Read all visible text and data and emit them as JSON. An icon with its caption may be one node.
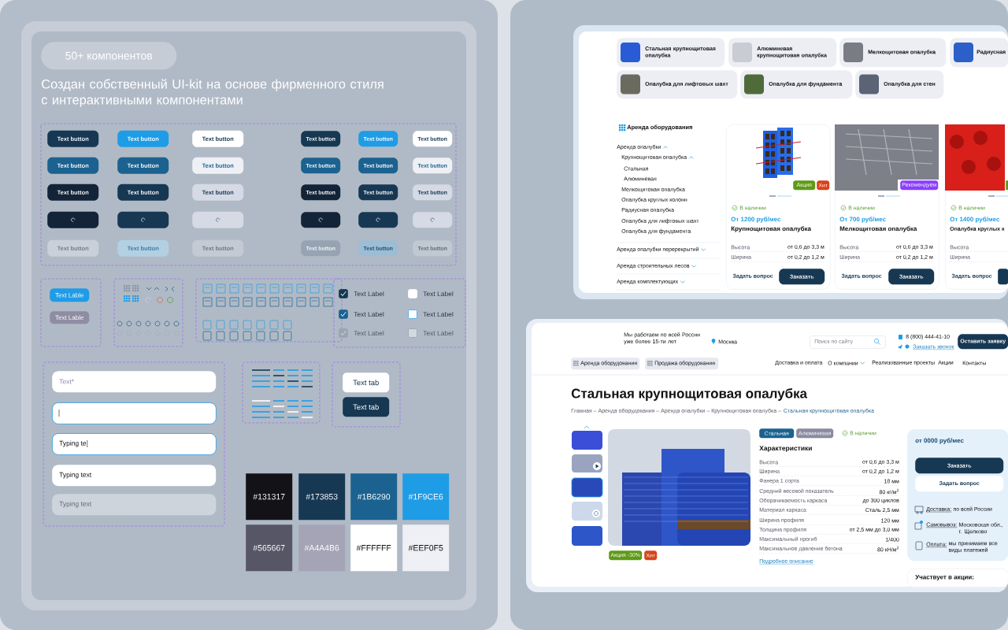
{
  "diagram": {
    "title": "Создан собственный UI-kit на основе фирменного стиля с интерактивными компонентами",
    "nodes": [
      {
        "text": [
          "50+ компонентов"
        ]
      },
      {
        "text": [
          "Text button"
        ]
      },
      {
        "text": [
          "Text button"
        ]
      },
      {
        "text": [
          "Text button"
        ]
      },
      {
        "text": [
          "Text button"
        ]
      },
      {
        "text": [
          "Text button"
        ]
      },
      {
        "text": [
          "Text button"
        ]
      },
      {
        "text": [
          "Text button"
        ]
      },
      {
        "text": [
          "Text button"
        ]
      },
      {
        "text": [
          "Text button"
        ]
      },
      {
        "text": [
          "Text button"
        ]
      },
      {
        "text": [
          "Text button"
        ]
      },
      {
        "text": [
          "Text button"
        ]
      },
      {
        "text": [
          "Text button"
        ]
      },
      {
        "text": [
          "Text button"
        ]
      },
      {
        "text": [
          "Text button"
        ]
      },
      {
        "text": [
          "Text button"
        ]
      },
      {
        "text": [
          "Text button"
        ]
      },
      {
        "text": [
          "Text button"
        ]
      },
      {
        "text": [],
        "shape": "box"
      },
      {
        "text": [],
        "shape": "box"
      },
      {
        "text": [],
        "shape": "box"
      },
      {
        "text": [],
        "shape": "box"
      },
      {
        "text": [],
        "shape": "box"
      },
      {
        "text": [],
        "shape": "box"
      },
      {
        "text": [
          "Text button"
        ]
      },
      {
        "text": [
          "Text button"
        ]
      },
      {
        "text": [
          "Text button"
        ]
      },
      {
        "text": [
          "Text button"
        ]
      },
      {
        "text": [
          "Text button"
        ]
      },
      {
        "text": [
          "Text button"
        ]
      },
      {
        "text": [
          "Text Lable"
        ]
      },
      {
        "text": [
          "Text Lable"
        ]
      },
      {
        "text": [
          "Text*"
        ]
      },
      {
        "text": [],
        "shape": "box"
      },
      {
        "text": [
          "Typing te"
        ]
      },
      {
        "text": [
          "Typing text"
        ]
      },
      {
        "text": [
          "Typing text"
        ]
      },
      {
        "text": [
          "Text tab"
        ]
      },
      {
        "text": [
          "Text tab"
        ]
      },
      {
        "text": [
          "Стальная крупнощитовая опалубка"
        ]
      },
      {
        "text": [
          "Алюминевая крупнощитовая опалубка"
        ]
      },
      {
        "text": [
          "Мелкощитовая опалубка"
        ]
      },
      {
        "text": [
          "Радиусная"
        ]
      },
      {
        "text": [
          "Опалубка для лифтовых шахт"
        ]
      },
      {
        "text": [
          "Опалубка для фундамента"
        ]
      },
      {
        "text": [
          "Опалубка для стен"
        ]
      },
      {
        "text": [
          "В наличии",
          "От 1200 руб/мес",
          "Крупнощитовая опалубка",
          "Высота",
          "от 0,6 до 3,3 м",
          "Ширина",
          "от 0,2 до 1,2 м",
          "Задать вопрос"
        ]
      },
      {
        "text": [
          "Акция"
        ],
        "in": 47
      },
      {
        "text": [
          "Хит"
        ],
        "in": 47
      },
      {
        "text": [
          "Заказать"
        ],
        "in": 47
      },
      {
        "text": [
          "В наличии",
          "От 700 руб/мес",
          "Мелкощитовая опалубка",
          "Высота",
          "от 0,6 до 3,3 м",
          "Ширина",
          "от 0,2 до 1,2 м",
          "Задать вопрос"
        ]
      },
      {
        "text": [
          "Рекомендуем"
        ],
        "in": 51
      },
      {
        "text": [
          "Заказать"
        ],
        "in": 51
      },
      {
        "text": [
          "В наличии",
          "От 1400 руб/мес",
          "Опалубка круглых к",
          "Высота",
          "Ширина",
          "Задать вопрос"
        ]
      },
      {
        "text": [],
        "shape": "box",
        "in": 54
      },
      {
        "text": [],
        "shape": "box",
        "in": 54
      },
      {
        "text": [
          "Поиск по сайту"
        ]
      },
      {
        "text": [
          "Оставить заявку"
        ]
      },
      {
        "text": [
          "Аренда оборудования"
        ]
      },
      {
        "text": [
          "Продажа оборудования"
        ]
      },
      {
        "text": [
          "Акция -30%"
        ]
      },
      {
        "text": [
          "Хит"
        ]
      },
      {
        "text": [
          "Стальная"
        ]
      },
      {
        "text": [
          "Алюминевая"
        ]
      },
      {
        "text": [
          "от 0000 руб/мес",
          "Доставка:",
          "по всей России",
          "Самовывоз:",
          "Московская обл., г. Щелково",
          "Оплата:",
          "мы принимаем все виды платежей"
        ]
      },
      {
        "text": [
          "Заказать"
        ],
        "in": 65
      },
      {
        "text": [
          "Задать вопрос"
        ],
        "in": 65
      },
      {
        "text": [
          "Участвует в акции:"
        ]
      }
    ],
    "labels": [
      "Text Label",
      "Text Label",
      "Text Label",
      "Text Label",
      "Text Label",
      "Text Label",
      "Аренда оборудования",
      "Аренда опалубки",
      "Крупнощитовая опалубка",
      "Стальная",
      "Алюминевая",
      "Мелкощитовая опалубка",
      "Опалубка круглых колонн",
      "Радиусная опалубка",
      "Опалубка для лифтовых шахт",
      "Опалубка для фундамента",
      "Аренда опалубки перерекрытий",
      "Аренда строительных лесов",
      "Аренда комплектующих",
      "Мы работаем по всей России уже более 15-ти лет",
      "Москва",
      "8 (800) 444-41-10",
      "Заказать звонок",
      "Доставка и оплата",
      "О компании",
      "Реализованные проекты",
      "Акции",
      "Контакты",
      "Стальная крупнощитовая опалубка",
      "Главная – Аренда оборудования – Аренда опалубки – Крупнощитовая опалубка –",
      "Стальная крупнощитовая опалубка",
      "В наличии",
      "Характеристики",
      "Высота",
      "от 0,6 до 3,3 м",
      "Ширина",
      "от 0,2 до 1,2 м",
      "Фанера 1 сорта",
      "18 мм",
      "Средний весовой показатель",
      "80 кг/м$^{2}$",
      "Оборачиваемость каркаса",
      "до 300 циклов",
      "Материал каркаса",
      "Сталь 2,5 мм",
      "Ширина профиля",
      "120 мм",
      "Толщина профиля",
      "от 2,5 мм до 3,0 мм",
      "Максимальный прогиб",
      "1/400",
      "Максимальное давление бетона",
      "80 кН/м$^{2}$",
      "Подробное описание"
    ],
    "legend": [
      {
        "text": "#131317",
        "color": "#131317"
      },
      {
        "text": "#173853",
        "color": "#173853"
      },
      {
        "text": "#1B6290",
        "color": "#1b6290"
      },
      {
        "text": "#1F9CE6",
        "color": "#1f9ce6"
      },
      {
        "text": "#565667",
        "color": "#565667"
      },
      {
        "text": "#A4A4B6",
        "color": "#a4a4b6"
      },
      {
        "text": "#FFFFFF",
        "color": "#ffffff"
      },
      {
        "text": "#EEF0F5",
        "color": "#eef0f5"
      }
    ]
  }
}
